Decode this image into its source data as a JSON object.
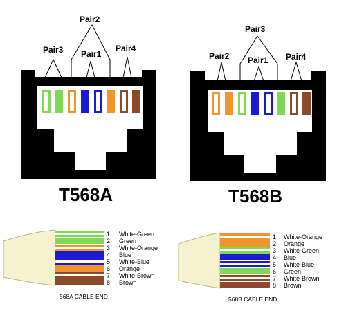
{
  "connectors": [
    {
      "title": "T568A",
      "pairs": [
        "Pair3",
        "Pair2",
        "Pair1",
        "Pair4"
      ],
      "pins": [
        {
          "color": "#7ed957",
          "striped": true
        },
        {
          "color": "#7ed957",
          "striped": false
        },
        {
          "color": "#f0952e",
          "striped": true
        },
        {
          "color": "#1b1bd6",
          "striped": false
        },
        {
          "color": "#1b1bd6",
          "striped": true
        },
        {
          "color": "#f0952e",
          "striped": false
        },
        {
          "color": "#8b4a2b",
          "striped": true
        },
        {
          "color": "#8b4a2b",
          "striped": false
        }
      ]
    },
    {
      "title": "T568B",
      "pairs": [
        "Pair2",
        "Pair3",
        "Pair1",
        "Pair4"
      ],
      "pins": [
        {
          "color": "#f0952e",
          "striped": true
        },
        {
          "color": "#f0952e",
          "striped": false
        },
        {
          "color": "#7ed957",
          "striped": true
        },
        {
          "color": "#1b1bd6",
          "striped": false
        },
        {
          "color": "#1b1bd6",
          "striped": true
        },
        {
          "color": "#7ed957",
          "striped": false
        },
        {
          "color": "#8b4a2b",
          "striped": true
        },
        {
          "color": "#8b4a2b",
          "striped": false
        }
      ]
    }
  ],
  "cable_ends": [
    {
      "caption": "568A CABLE END",
      "wires": [
        {
          "num": "1",
          "label": "White-Green"
        },
        {
          "num": "2",
          "label": "Green"
        },
        {
          "num": "3",
          "label": "White-Orange"
        },
        {
          "num": "4",
          "label": "Blue"
        },
        {
          "num": "5",
          "label": "White-Blue"
        },
        {
          "num": "6",
          "label": "Orange"
        },
        {
          "num": "7",
          "label": "White-Brown"
        },
        {
          "num": "8",
          "label": "Brown"
        }
      ]
    },
    {
      "caption": "568B CABLE END",
      "wires": [
        {
          "num": "1",
          "label": "White-Orange"
        },
        {
          "num": "2",
          "label": "Orange"
        },
        {
          "num": "3",
          "label": "White-Green"
        },
        {
          "num": "4",
          "label": "Blue"
        },
        {
          "num": "5",
          "label": "White-Blue"
        },
        {
          "num": "6",
          "label": "Green"
        },
        {
          "num": "7",
          "label": "White-Brown"
        },
        {
          "num": "8",
          "label": "Brown"
        }
      ]
    }
  ]
}
